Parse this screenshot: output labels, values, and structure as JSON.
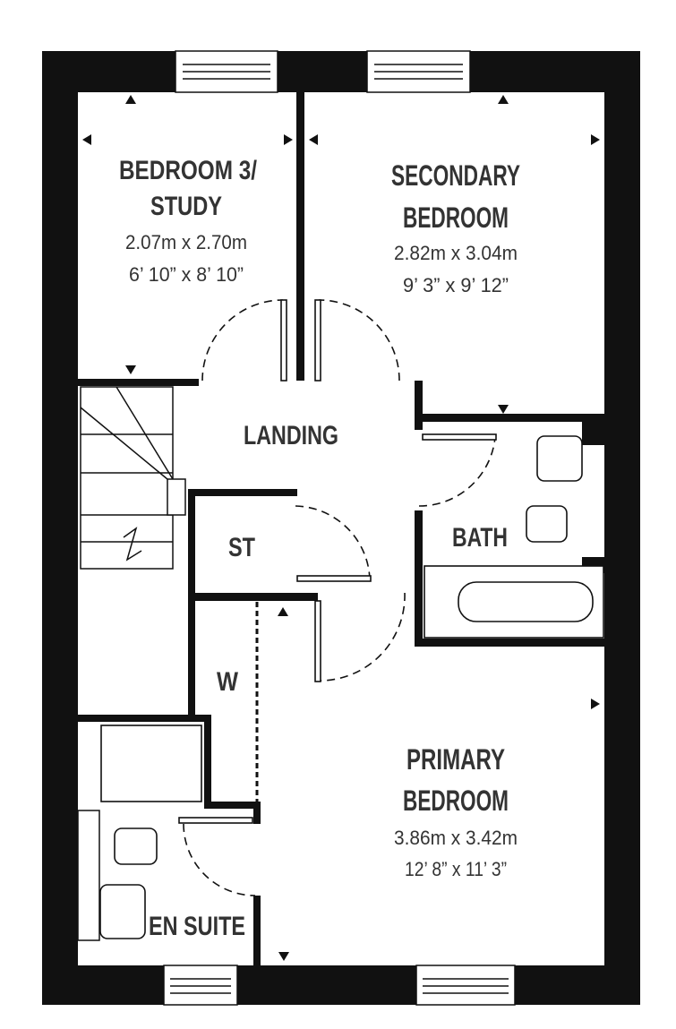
{
  "rooms": {
    "bedroom3": {
      "name_line1": "BEDROOM 3/",
      "name_line2": "STUDY",
      "metric": "2.07m x 2.70m",
      "imperial": "6’ 10” x 8’ 10”"
    },
    "secondary": {
      "name_line1": "SECONDARY",
      "name_line2": "BEDROOM",
      "metric": "2.82m x 3.04m",
      "imperial": "9’ 3” x 9’ 12”"
    },
    "landing": {
      "name": "LANDING"
    },
    "store": {
      "name": "ST"
    },
    "bath": {
      "name": "BATH"
    },
    "wardrobe": {
      "name": "W"
    },
    "primary": {
      "name_line1": "PRIMARY",
      "name_line2": "BEDROOM",
      "metric": "3.86m x 3.42m",
      "imperial": "12’ 8” x 11’ 3”"
    },
    "ensuite": {
      "name": "EN SUITE"
    }
  },
  "colors": {
    "wall": "#111111",
    "text": "#333333"
  }
}
